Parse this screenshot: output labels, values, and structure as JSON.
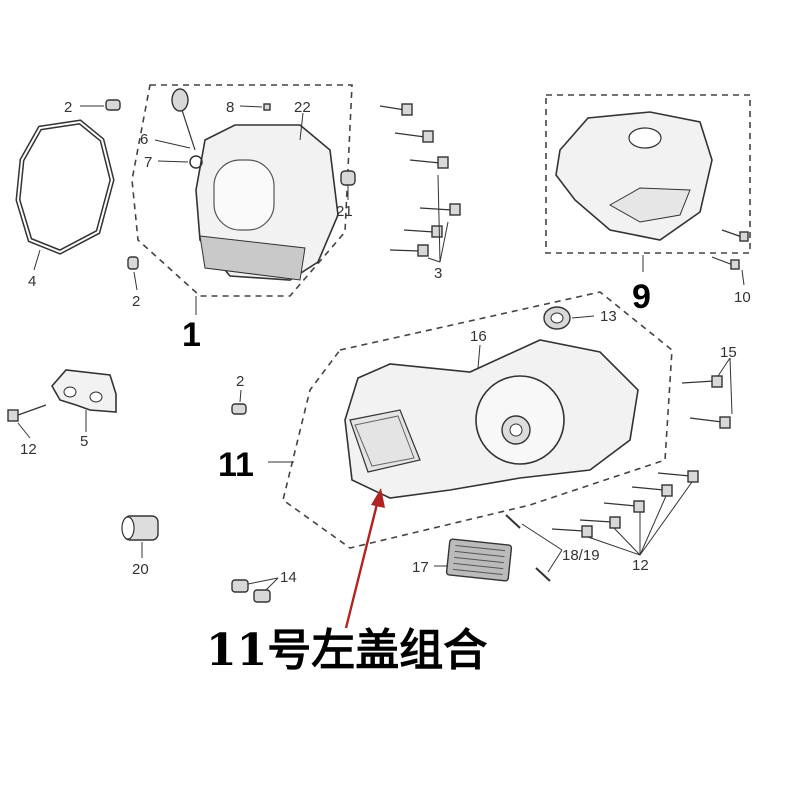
{
  "callouts": {
    "c1": "1",
    "c2a": "2",
    "c2b": "2",
    "c2c": "2",
    "c3": "3",
    "c4": "4",
    "c5": "5",
    "c6": "6",
    "c7": "7",
    "c8": "8",
    "c9": "9",
    "c10": "10",
    "c11": "11",
    "c12a": "12",
    "c12b": "12",
    "c13": "13",
    "c14": "14",
    "c15": "15",
    "c16": "16",
    "c17": "17",
    "c18_19": "18/19",
    "c20": "20",
    "c21": "21",
    "c22": "22"
  },
  "caption": "11号左盖组合",
  "colors": {
    "arrow": "#b22222",
    "outline": "#333333",
    "background": "#ffffff"
  }
}
